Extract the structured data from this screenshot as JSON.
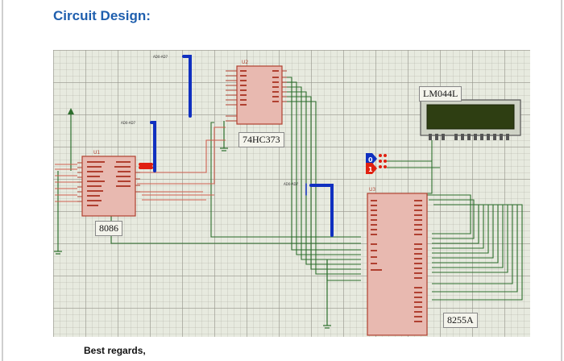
{
  "document": {
    "heading": "Circuit Design:",
    "signoff": "Best regards,"
  },
  "schematic": {
    "components": {
      "cpu": {
        "part": "8086",
        "ref": "U1"
      },
      "latch": {
        "part": "74HC373",
        "ref": "U2"
      },
      "ppi": {
        "part": "8255A",
        "ref": "U3"
      },
      "lcd": {
        "part": "LM044L"
      },
      "logic_state_0": "0",
      "logic_state_1": "1"
    },
    "colors": {
      "grid_background": "#e7eadf",
      "chip_fill": "#e8b9b0",
      "chip_outline": "#b04030",
      "bus_blue": "#1030c0",
      "bus_red": "#e02010",
      "wire_green": "#2c6e2c",
      "wire_red": "#d06050",
      "lcd_screen": "#2e3e12"
    }
  }
}
